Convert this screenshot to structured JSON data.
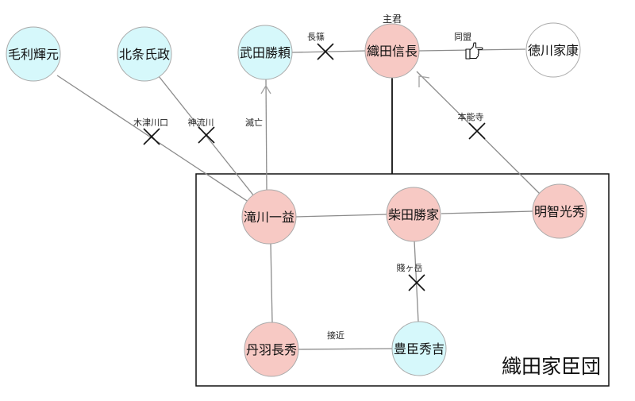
{
  "colors": {
    "oda_side": "#f7c9c4",
    "enemy_side": "#d6f8fb",
    "neutral": "#ffffff",
    "node_stroke": "#aaaaaa",
    "edge": "#8c8c8c"
  },
  "nodes": {
    "mouri": {
      "label": "毛利輝元",
      "role": "enemy"
    },
    "hojo": {
      "label": "北条氏政",
      "role": "enemy"
    },
    "takeda": {
      "label": "武田勝頼",
      "role": "enemy"
    },
    "nobunaga": {
      "label": "織田信長",
      "role": "oda",
      "title": "主君"
    },
    "ieyasu": {
      "label": "徳川家康",
      "role": "neutral"
    },
    "takigawa": {
      "label": "滝川一益",
      "role": "oda"
    },
    "shibata": {
      "label": "柴田勝家",
      "role": "oda"
    },
    "akechi": {
      "label": "明智光秀",
      "role": "oda"
    },
    "niwa": {
      "label": "丹羽長秀",
      "role": "oda"
    },
    "hideyoshi": {
      "label": "豊臣秀吉",
      "role": "enemy"
    }
  },
  "edges": {
    "takeda_nobunaga": "長篠",
    "nobunaga_ieyasu": "同盟",
    "mouri_takigawa": "木津川口",
    "hojo_takigawa": "神流川",
    "takigawa_takeda": "滅亡",
    "akechi_nobunaga": "本能寺",
    "shibata_hideyoshi": "賤ヶ岳",
    "niwa_hideyoshi": "接近"
  },
  "group": {
    "label": "織田家臣団"
  },
  "icons": {
    "alliance": "pointing-hand-icon",
    "conflict": "cross-icon"
  }
}
